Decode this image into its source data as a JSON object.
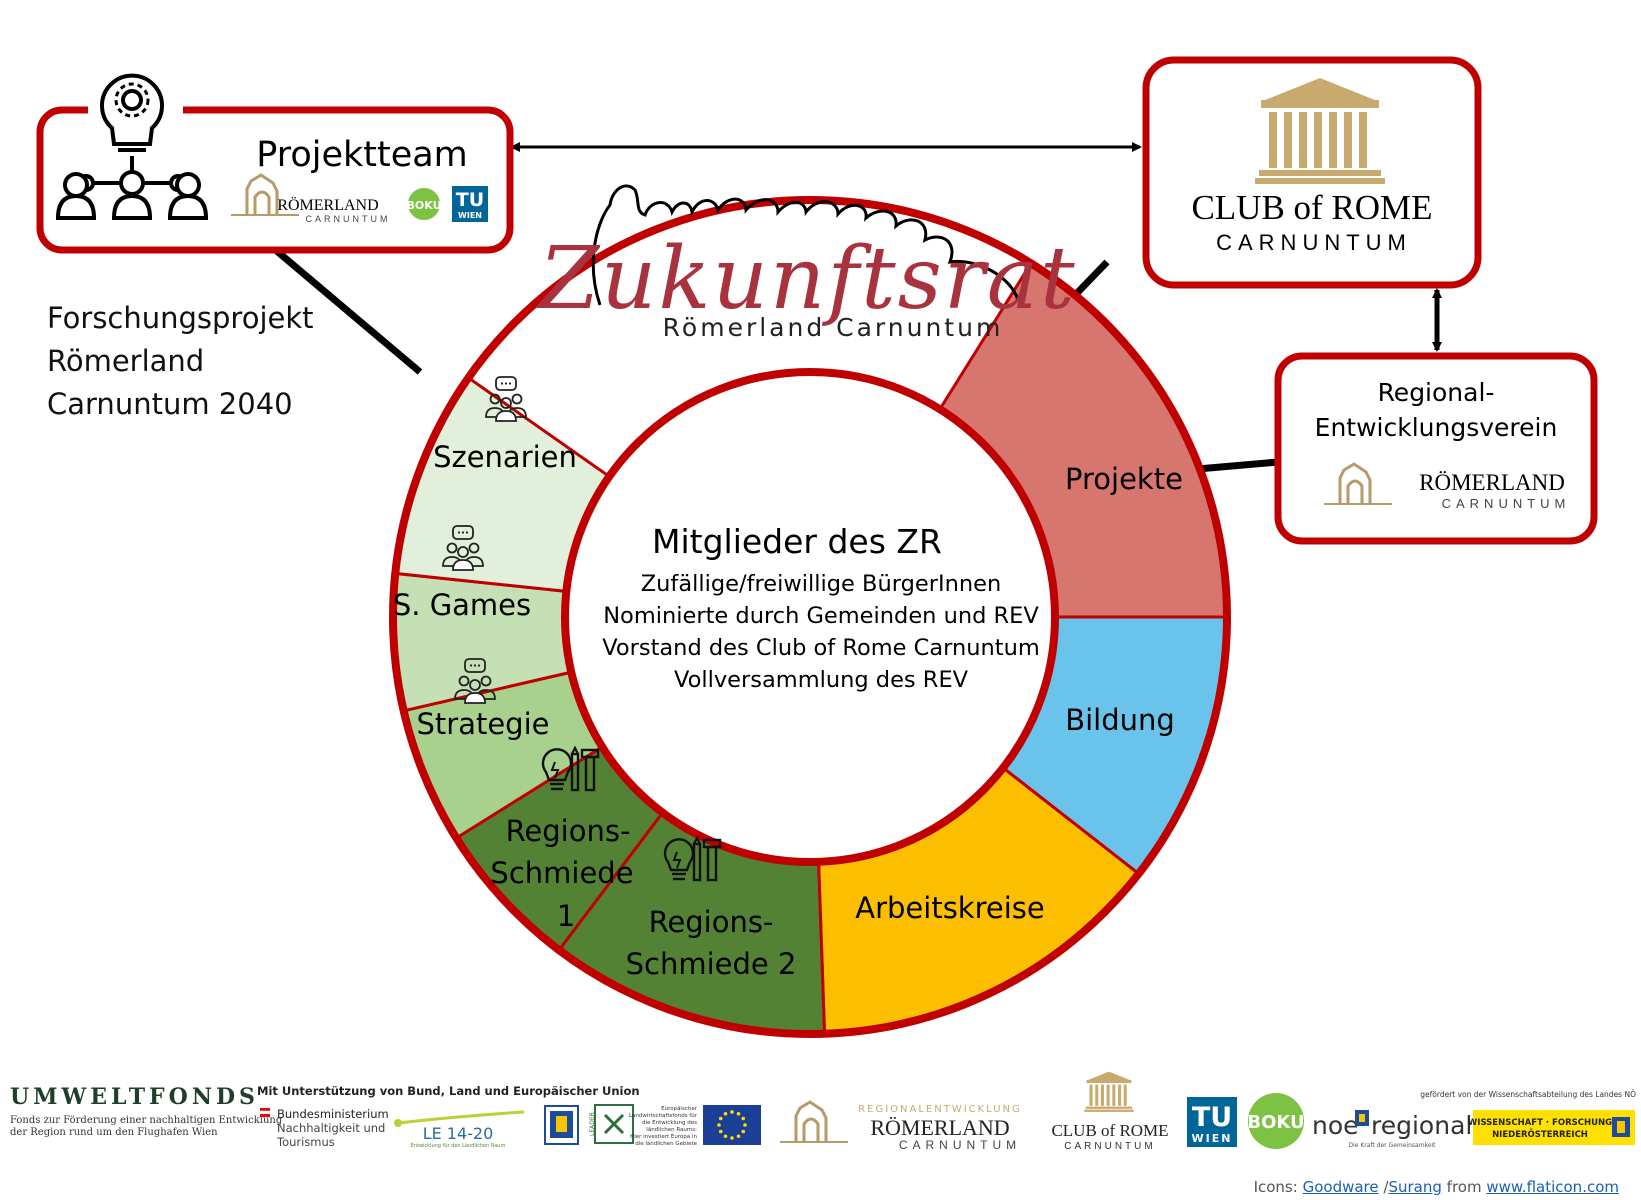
{
  "research_project": {
    "lines": [
      "Forschungsprojekt",
      "Römerland",
      "Carnuntum 2040"
    ]
  },
  "projektteam": {
    "title": "Projektteam",
    "logo_roemerland": "RÖMERLAND",
    "logo_carnuntum": "CARNUNTUM",
    "logo_boku": "BOKU",
    "logo_tu": "TU",
    "logo_wien": "WIEN"
  },
  "club_of_rome": {
    "name": "CLUB of ROME",
    "sub": "CARNUNTUM"
  },
  "rev": {
    "line1": "Regional-",
    "line2": "Entwicklungsverein",
    "logo_roemerland": "RÖMERLAND",
    "logo_carnuntum": "CARNUNTUM"
  },
  "zukunftsrat": {
    "title": "Zukunftsrat",
    "subtitle": "Römerland Carnuntum"
  },
  "center": {
    "title": "Mitglieder des ZR",
    "lines": [
      "Zufällige/freiwillige BürgerInnen",
      "Nominierte durch Gemeinden und REV",
      "Vorstand des Club of Rome Carnuntum",
      "Vollversammlung des REV"
    ]
  },
  "segments": [
    {
      "label": "Projekte",
      "color": "#d7756f",
      "icon": "none"
    },
    {
      "label": "Bildung",
      "color": "#6ac3ea",
      "icon": "none"
    },
    {
      "label": "Arbeitskreise",
      "color": "#fcbf00",
      "icon": "none"
    },
    {
      "label": "Regions-Schmiede 2",
      "lines": [
        "Regions-",
        "Schmiede 2"
      ],
      "color": "#548235",
      "icon": "idea-tools-icon"
    },
    {
      "label": "Regions-Schmiede 1",
      "lines": [
        "Regions-",
        "Schmiede",
        "1"
      ],
      "color": "#548235",
      "icon": "idea-tools-icon"
    },
    {
      "label": "Strategie",
      "color": "#a9d18e",
      "icon": "group-chat-icon"
    },
    {
      "label": "S. Games",
      "color": "#c5e0b4",
      "icon": "group-chat-icon"
    },
    {
      "label": "Szenarien",
      "color": "#e2efda",
      "icon": "group-chat-icon"
    }
  ],
  "footer": {
    "umweltfonds": "UMWELTFONDS",
    "umweltfonds_sub1": "Fonds zur Förderung einer nachhaltigen Entwicklung",
    "umweltfonds_sub2": "der Region rund um den Flughafen Wien",
    "support": "Mit Unterstützung von Bund, Land und Europäischer Union",
    "ministry1": "Bundesministerium",
    "ministry2": "Nachhaltigkeit und",
    "ministry3": "Tourismus",
    "le": "LE 14-20",
    "le_sub": "Entwicklung für den Ländlichen Raum",
    "leader": "LEADER",
    "eu_text1": "Europäischer",
    "eu_text2": "Landwirtschaftsfonds für",
    "eu_text3": "die Entwicklung des",
    "eu_text4": "ländlichen Raums:",
    "eu_text5": "Hier investiert Europa in",
    "eu_text6": "die ländlichen Gebiete",
    "rev_small": "REGIONALENTWICKLUNG",
    "rev_roemerland": "RÖMERLAND",
    "rev_carnuntum": "CARNUNTUM",
    "cor_name": "CLUB of ROME",
    "cor_sub": "CARNUNTUM",
    "tu": "TU",
    "wien": "WIEN",
    "boku": "BOKU",
    "noe1": "noe",
    "noe2": "regional",
    "noe_sub": "Die Kraft der Gemeinsamkeit",
    "wiss_top": "gefördert von der Wissenschaftsabteilung des Landes NÖ",
    "wiss1": "WISSENSCHAFT · FORSCHUNG",
    "wiss2": "NIEDERÖSTERREICH"
  },
  "credits": {
    "prefix": "Icons:",
    "link1": "Goodware",
    "sep": "/",
    "link2": "Surang",
    "from": "from",
    "link3": "www.flaticon.com"
  }
}
